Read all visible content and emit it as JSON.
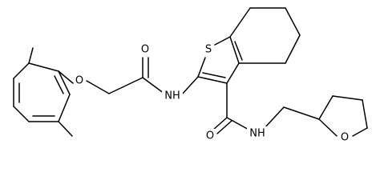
{
  "molecule": {
    "atoms": {
      "o_ether": "O",
      "o_amide1": "O",
      "nh_amide1": "NH",
      "s_thiophene": "S",
      "o_amide2": "O",
      "nh_amide2": "NH",
      "o_thf": "O"
    },
    "colors": {
      "bond": "#000000",
      "label": "#000000",
      "background": "#ffffff"
    }
  }
}
